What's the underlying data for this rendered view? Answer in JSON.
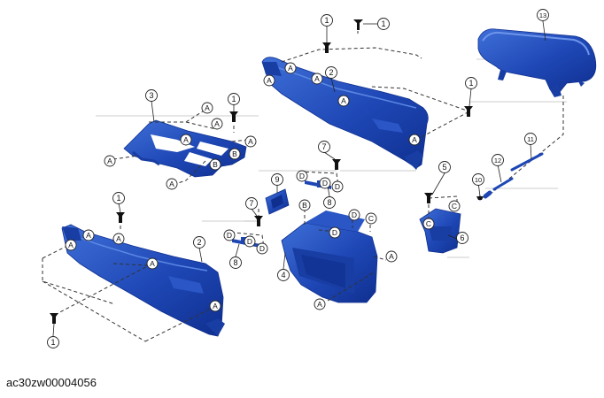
{
  "caption": "ac30zw00004056",
  "colors": {
    "part_fill": "#1e47b5",
    "part_dark": "#0f2f8f",
    "part_light": "#3f6fd8",
    "line": "#222222"
  },
  "parts": [
    {
      "id": "1",
      "label": "1"
    },
    {
      "id": "2",
      "label": "2"
    },
    {
      "id": "3",
      "label": "3"
    },
    {
      "id": "4",
      "label": "4"
    },
    {
      "id": "5",
      "label": "5"
    },
    {
      "id": "6",
      "label": "6"
    },
    {
      "id": "7",
      "label": "7"
    },
    {
      "id": "8",
      "label": "8"
    },
    {
      "id": "9",
      "label": "9"
    },
    {
      "id": "10",
      "label": "10"
    },
    {
      "id": "11",
      "label": "11"
    },
    {
      "id": "12",
      "label": "12"
    },
    {
      "id": "13",
      "label": "13"
    }
  ],
  "letters": {
    "a": "A",
    "b": "B",
    "c": "C",
    "d": "D"
  },
  "icons": {
    "fastener": "screw-icon",
    "clip": "clip-icon"
  }
}
